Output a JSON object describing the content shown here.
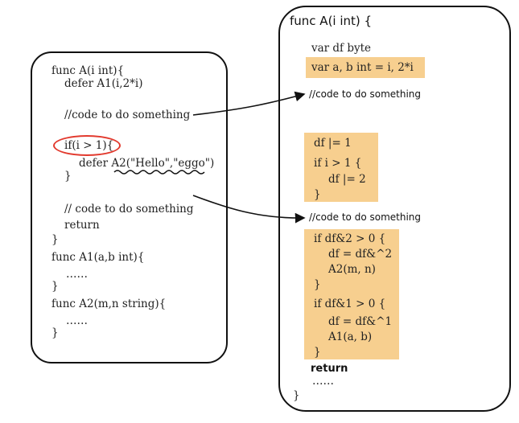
{
  "left": {
    "lines": [
      "func A(i int){",
      "defer A1(i,2*i)",
      "//code to do something",
      "if(i > 1){",
      "defer A2(\"Hello\",\"eggo\")",
      "}",
      "// code to do something",
      "return",
      "}",
      "func A1(a,b int){",
      "……",
      "}",
      "func A2(m,n string){",
      "……",
      "}"
    ]
  },
  "right": {
    "header": "func A(i int) {",
    "var_df": "var df byte",
    "var_ab": "var a, b int = i, 2*i",
    "comment1": "//code to do something",
    "block1": [
      "df |= 1",
      "if i > 1 {",
      "df |= 2",
      "}"
    ],
    "comment2": "//code to do something",
    "block2": [
      "if df&2 > 0 {",
      "df = df&^2",
      "A2(m, n)",
      "}",
      "if df&1 > 0 {",
      "df = df&^1",
      "A1(a, b)",
      "}"
    ],
    "return_kw": "return",
    "dots": "……",
    "close": "}"
  },
  "colors": {
    "highlight": "#f7cf8f",
    "circle": "#e23a2e",
    "ink": "#111111"
  }
}
